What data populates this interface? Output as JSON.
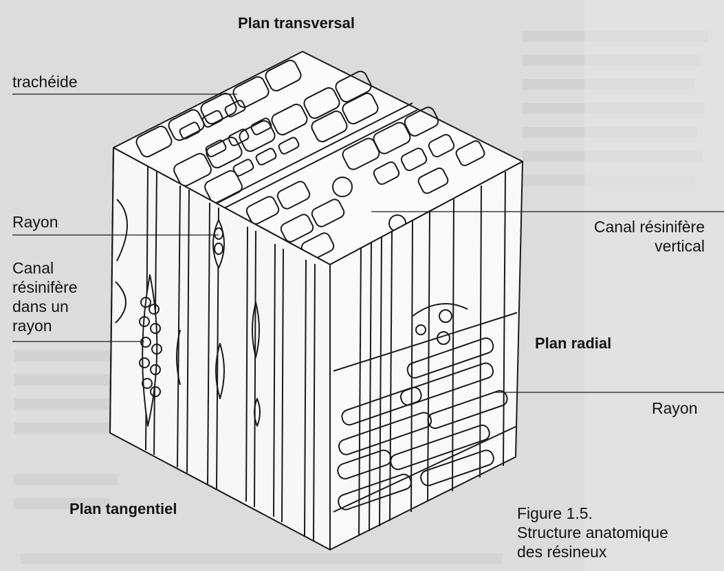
{
  "labels": {
    "plan_transversal": "Plan transversal",
    "tracheide": "trachéide",
    "rayon_left": "Rayon",
    "canal_rayon": [
      "Canal",
      "résinifère",
      "dans un",
      "rayon"
    ],
    "canal_vertical": [
      "Canal résinifère",
      "vertical"
    ],
    "plan_radial": "Plan radial",
    "rayon_right": "Rayon",
    "plan_tangentiel": "Plan tangentiel"
  },
  "caption": {
    "figure": "Figure 1.5.",
    "line1": "Structure anatomique",
    "line2": "des résineux"
  }
}
